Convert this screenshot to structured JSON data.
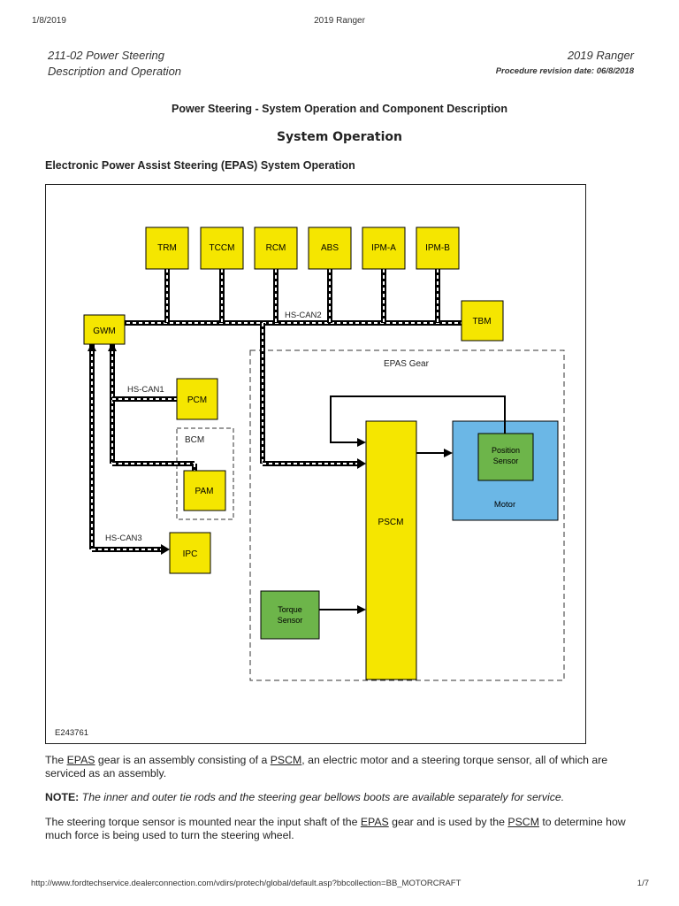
{
  "top": {
    "date": "1/8/2019",
    "title": "2019 Ranger"
  },
  "header": {
    "section": "211-02 Power Steering",
    "subsection": "Description and Operation",
    "model": "2019 Ranger",
    "revision_label": "Procedure revision date:",
    "revision_date": "06/8/2018"
  },
  "page_title": "Power Steering - System Operation and Component Description",
  "section_title": "System Operation",
  "subsection_title": "Electronic Power Assist Steering (EPAS) System Operation",
  "diagram": {
    "modules": [
      "TRM",
      "TCCM",
      "RCM",
      "ABS",
      "IPM-A",
      "IPM-B",
      "TBM",
      "GWM",
      "PCM",
      "PAM",
      "IPC",
      "PSCM"
    ],
    "bus_labels": [
      "HS-CAN2",
      "HS-CAN1",
      "HS-CAN3"
    ],
    "groups": [
      "EPAS Gear",
      "BCM"
    ],
    "position_sensor": [
      "Position",
      "Sensor"
    ],
    "torque_sensor": [
      "Torque",
      "Sensor"
    ],
    "motor": "Motor",
    "figure_id": "E243761",
    "colors": {
      "module": "#f5e600",
      "sensor": "#6db54a",
      "motor": "#6bb7e6"
    }
  },
  "para1": {
    "t1": "The ",
    "l1": "EPAS",
    "t2": " gear is an assembly consisting of a ",
    "l2": "PSCM",
    "t3": ", an electric motor and a steering torque sensor, all of which are serviced as an assembly."
  },
  "note": {
    "label": "NOTE:",
    "text": " The inner and outer tie rods and the steering gear bellows boots are available separately for service."
  },
  "para2": {
    "t1": "The steering torque sensor is mounted near the input shaft of the ",
    "l1": "EPAS",
    "t2": " gear and is used by the ",
    "l2": "PSCM",
    "t3": " to determine how much force is being used to turn the steering wheel."
  },
  "footer": {
    "url": "http://www.fordtechservice.dealerconnection.com/vdirs/protech/global/default.asp?bbcollection=BB_MOTORCRAFT",
    "page": "1/7"
  }
}
